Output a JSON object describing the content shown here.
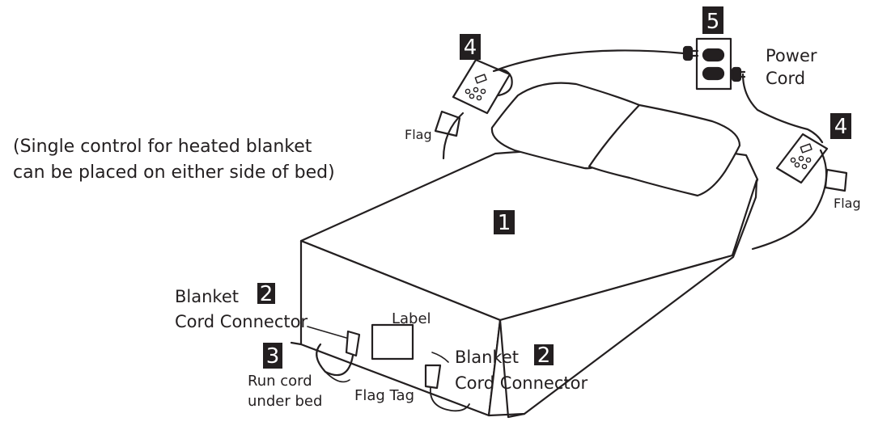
{
  "note": {
    "line1": "(Single control for heated blanket",
    "line2": "can be placed on either side of bed)"
  },
  "callouts": {
    "bed_number": "1",
    "connector_number_left": "2",
    "connector_number_right": "2",
    "run_cord_number": "3",
    "control_number_left": "4",
    "control_number_right": "4",
    "outlet_number": "5"
  },
  "labels": {
    "power_cord_line1": "Power",
    "power_cord_line2": "Cord",
    "flag_left": "Flag",
    "flag_right": "Flag",
    "blanket_connector_left_line1": "Blanket",
    "blanket_connector_left_line2": "Cord Connector",
    "blanket_connector_right_line1": "Blanket",
    "blanket_connector_right_line2": "Cord Connector",
    "label_box": "Label",
    "run_cord_line1": "Run cord",
    "run_cord_line2": "under bed",
    "flag_tag": "Flag Tag"
  },
  "colors": {
    "ink": "#231f20",
    "background": "#ffffff",
    "badge_text": "#ffffff"
  }
}
